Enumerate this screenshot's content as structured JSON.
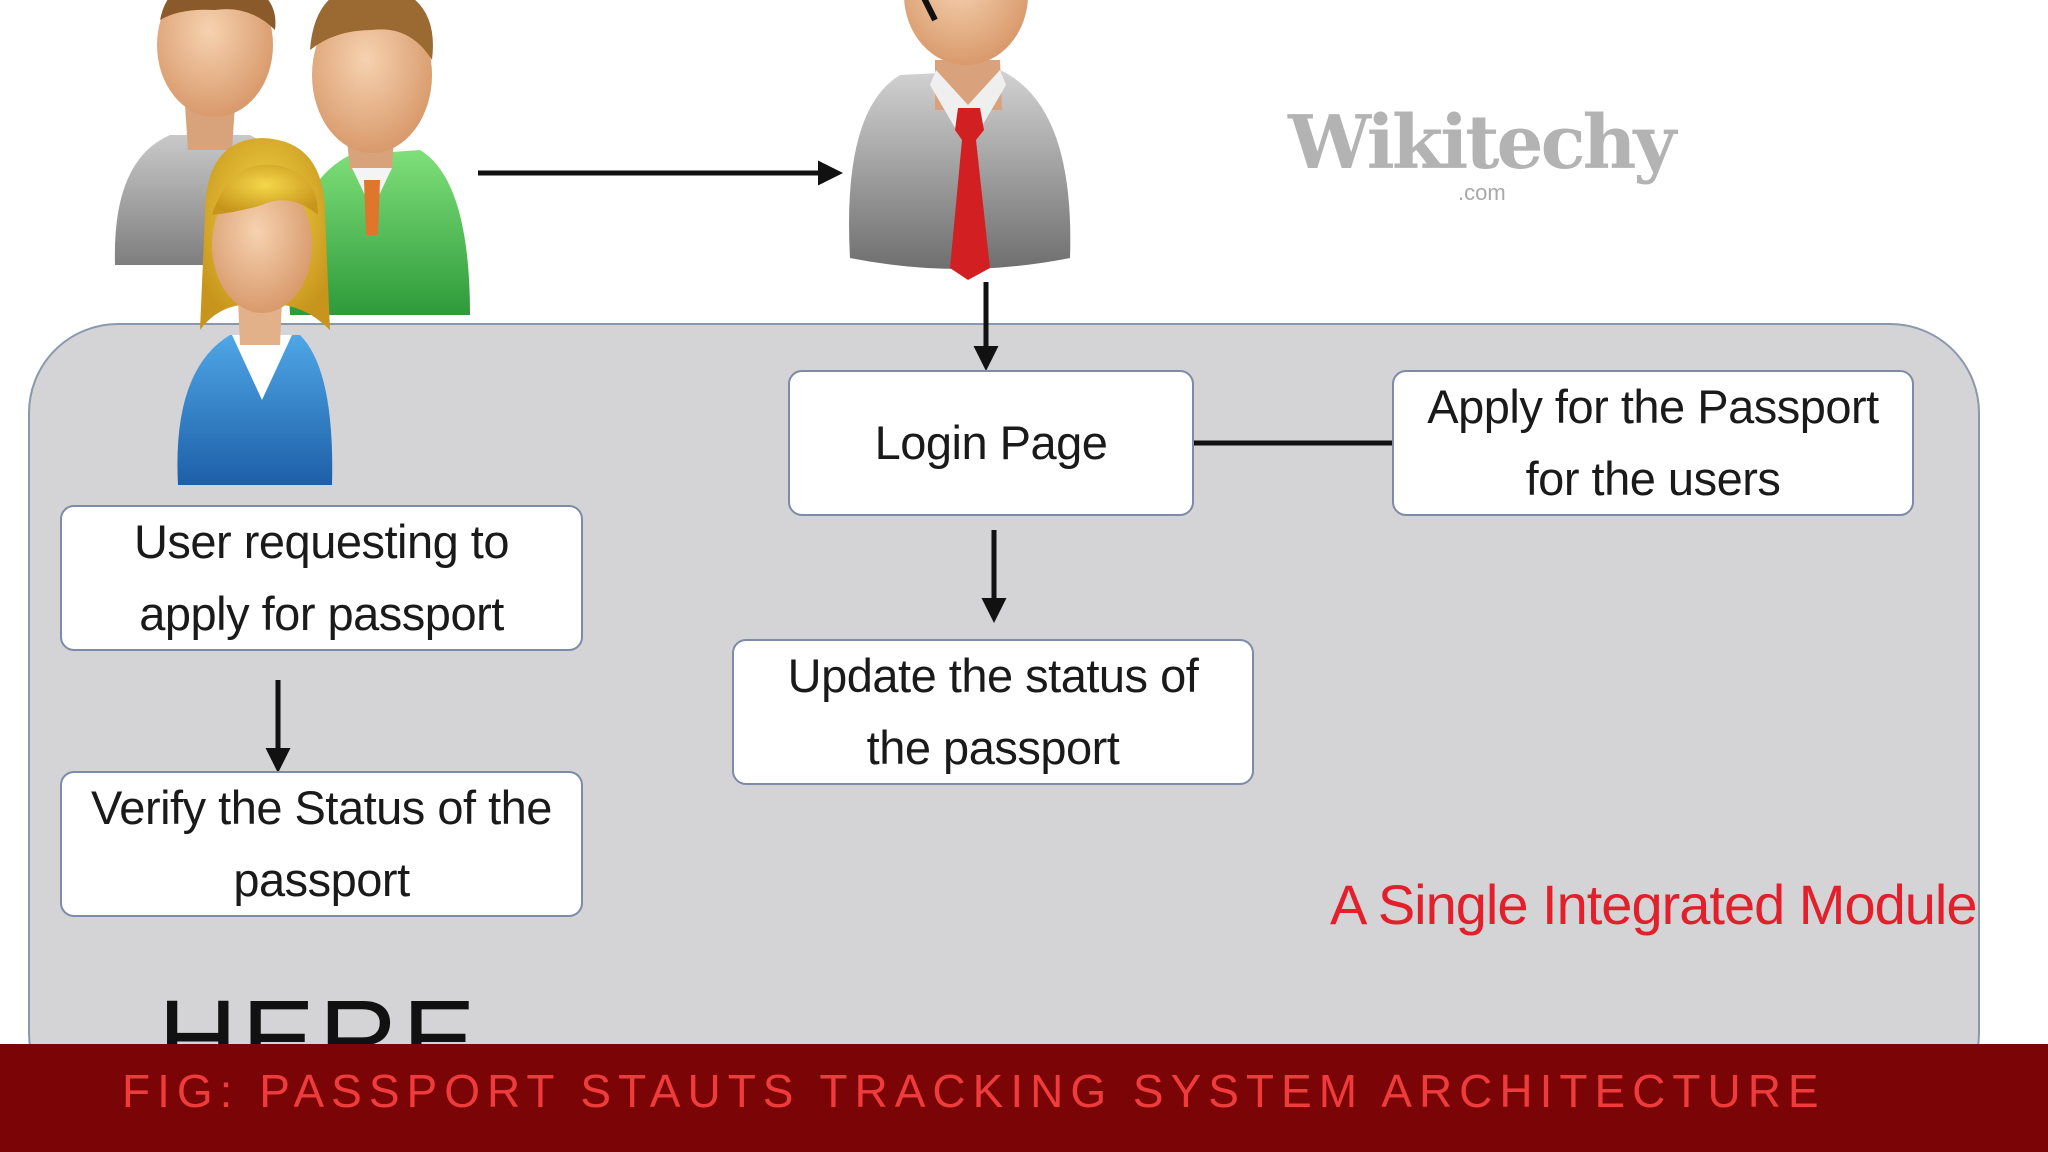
{
  "watermark": {
    "brand": "Wikitechy",
    "sub": ".com"
  },
  "module_label": "A Single Integrated Module",
  "boxes": {
    "login": "Login Page",
    "apply": "Apply for the Passport for the users",
    "user_request": "User requesting to apply for passport",
    "update_status": "Update the status of the passport",
    "verify_status": "Verify the Status of the passport"
  },
  "overlay_text": "HERE",
  "caption": "FIG: PASSPORT STAUTS TRACKING SYSTEM ARCHITECTURE",
  "colors": {
    "panel": "#d4d4d6",
    "module_label": "#e21f2a",
    "caption_bar": "#7a0406",
    "caption_text": "#ef3b3b"
  },
  "icons": [
    "users-group-icon",
    "admin-icon"
  ]
}
